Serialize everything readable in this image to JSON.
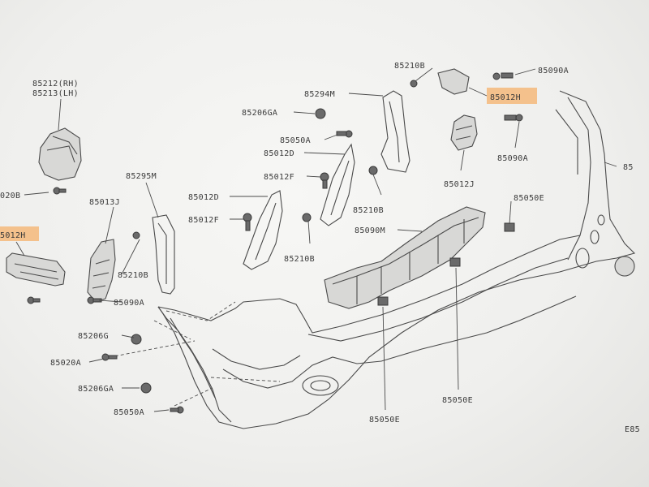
{
  "diagram": {
    "labels": {
      "p85212": "85212(RH)",
      "p85213": "85213(LH)",
      "p85020b": "020B",
      "p85012h_left": "5012H",
      "p85013j": "85013J",
      "p85295m": "85295M",
      "p85210b_1": "85210B",
      "p85090a_1": "85090A",
      "p85206g": "85206G",
      "p85020a": "85020A",
      "p85206ga_1": "85206GA",
      "p85050a_1": "85050A",
      "p85206ga_2": "85206GA",
      "p85294m": "85294M",
      "p85050a_2": "85050A",
      "p85012d_1": "85012D",
      "p85012f_1": "85012F",
      "p85012d_2": "85012D",
      "p85012f_2": "85012F",
      "p85210b_2": "85210B",
      "p85210b_3": "85210B",
      "p85210b_4": "85210B",
      "p85090m": "85090M",
      "p85090a_2": "85090A",
      "p85012h_right": "85012H",
      "p85090a_3": "85090A",
      "p85012j": "85012J",
      "p85050e_1": "85050E",
      "p85050e_2": "85050E",
      "p85050e_3": "85050E",
      "p85_right": "85",
      "corner": "E85"
    },
    "highlight_color": "#f4b97a",
    "line_color": "#4a4a4a"
  }
}
